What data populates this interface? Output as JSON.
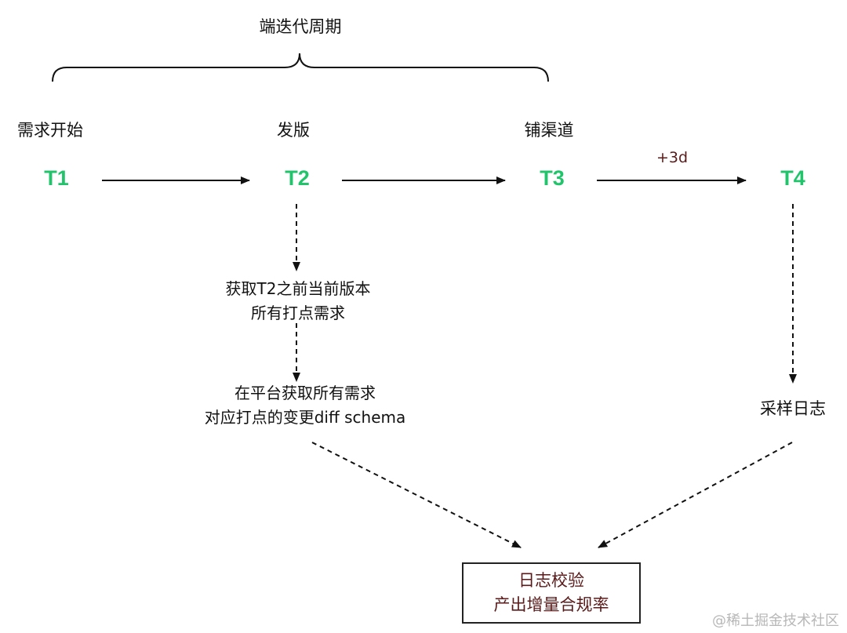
{
  "cycle_label": "端迭代周期",
  "milestones": [
    {
      "id": "T1",
      "event": "需求开始"
    },
    {
      "id": "T2",
      "event": "发版"
    },
    {
      "id": "T3",
      "event": "铺渠道"
    },
    {
      "id": "T4",
      "event": ""
    }
  ],
  "delay_label": "+3d",
  "steps": {
    "step1": {
      "line1": "获取T2之前当前版本",
      "line2": "所有打点需求"
    },
    "step2": {
      "line1": "在平台获取所有需求",
      "line2": "对应打点的变更diff schema"
    },
    "sampling": "采样日志"
  },
  "result": {
    "line1": "日志校验",
    "line2": "产出增量合规率"
  },
  "watermark": "@稀土掘金技术社区",
  "colors": {
    "milestone": "#21c46b",
    "accent_text": "#5a1a1a"
  }
}
